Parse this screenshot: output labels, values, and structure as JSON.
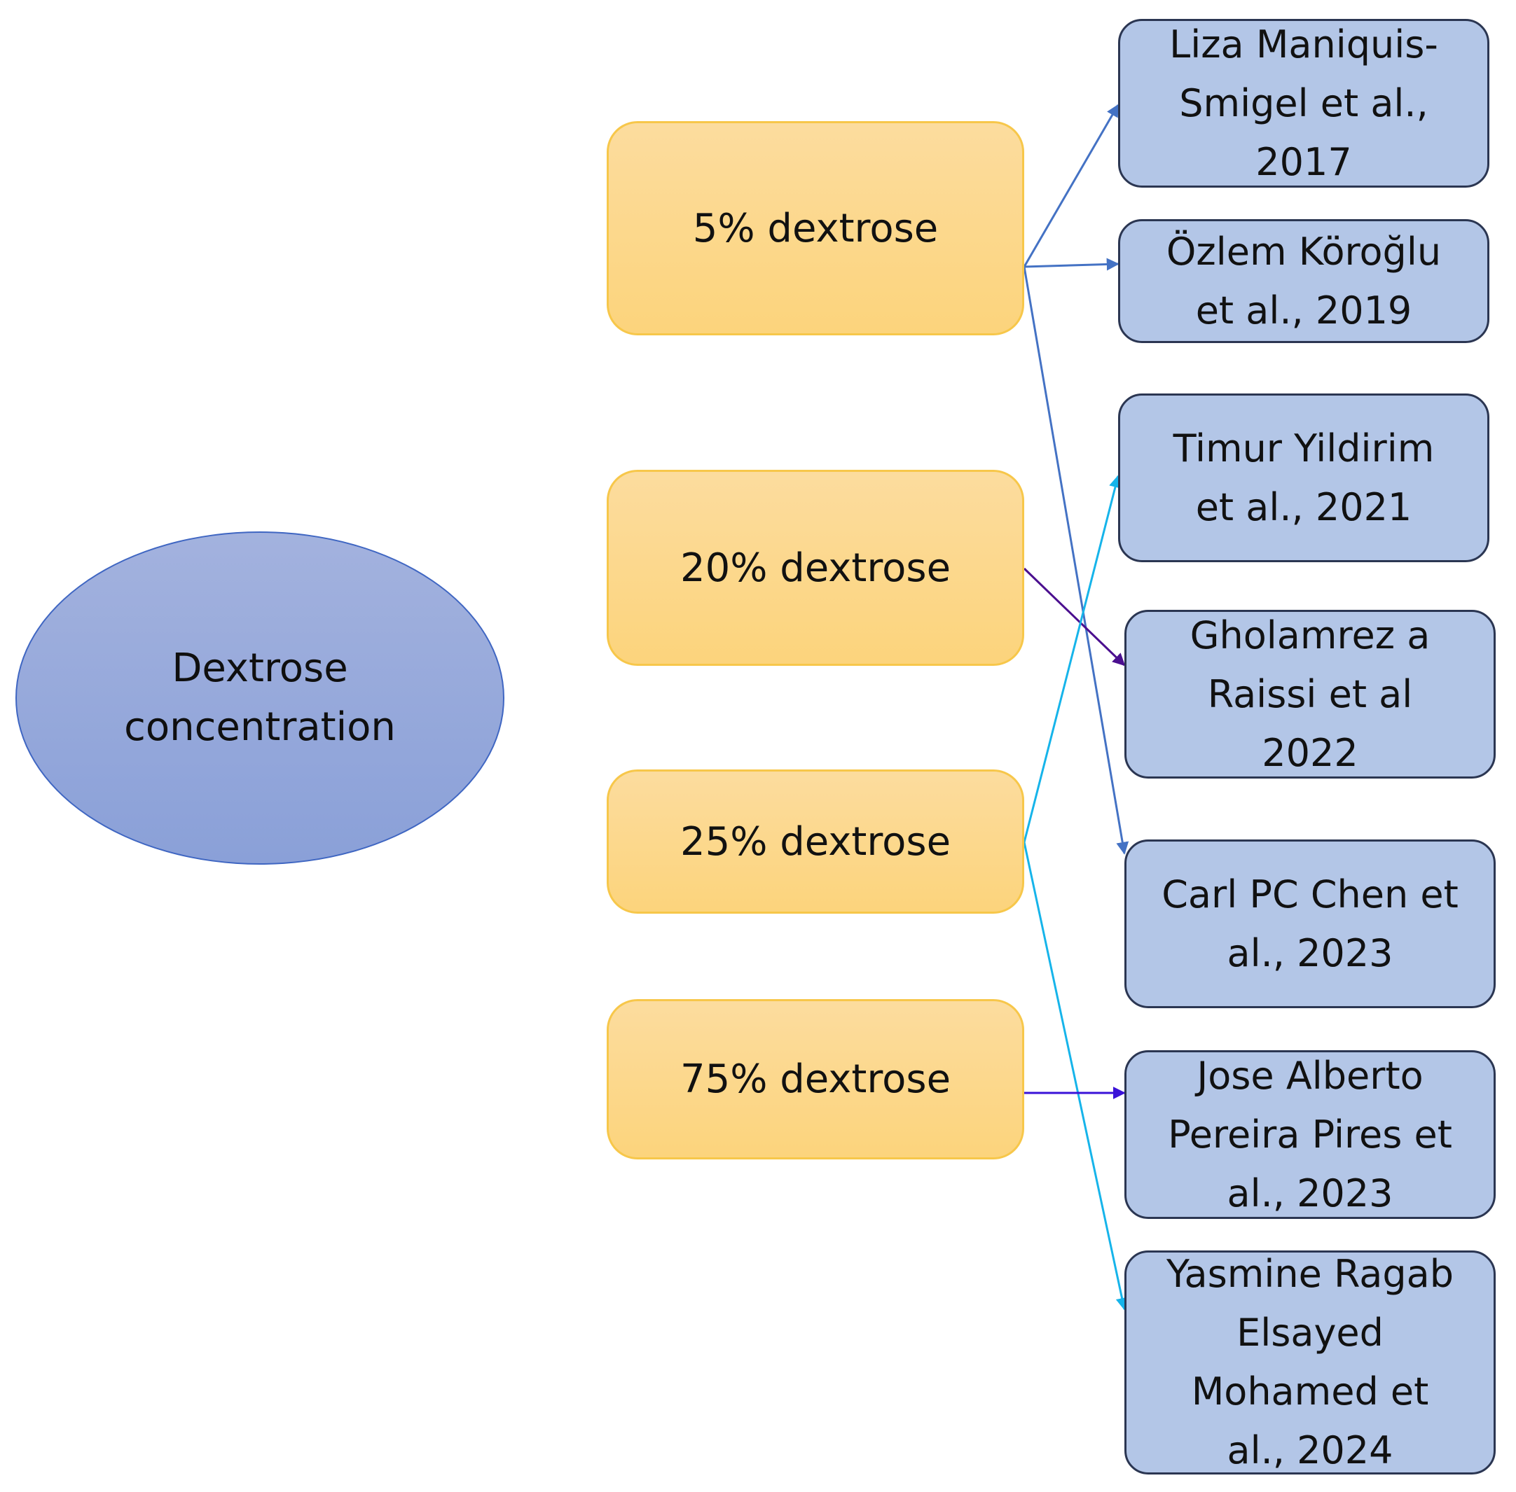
{
  "diagram": {
    "root": {
      "label": "Dextrose\nconcentration"
    },
    "concentrations": [
      {
        "id": "c5",
        "label": "5% dextrose"
      },
      {
        "id": "c20",
        "label": "20% dextrose"
      },
      {
        "id": "c25",
        "label": "25% dextrose"
      },
      {
        "id": "c75",
        "label": "75% dextrose"
      }
    ],
    "studies": [
      {
        "id": "s1",
        "label": "Liza Maniquis-\nSmigel et al.,\n2017"
      },
      {
        "id": "s2",
        "label": "Özlem Köroğlu\net al., 2019"
      },
      {
        "id": "s3",
        "label": "Timur Yildirim\net al., 2021"
      },
      {
        "id": "s4",
        "label": "Gholamrez a\nRaissi et al\n2022"
      },
      {
        "id": "s5",
        "label": "Carl PC Chen et\nal., 2023"
      },
      {
        "id": "s6",
        "label": "Jose Alberto\nPereira Pires et\nal., 2023"
      },
      {
        "id": "s7",
        "label": "Yasmine Ragab\nElsayed\nMohamed et\nal., 2024"
      }
    ],
    "edges": [
      {
        "from": "c5",
        "to": "s1",
        "color": "#4472c4"
      },
      {
        "from": "c5",
        "to": "s2",
        "color": "#4472c4"
      },
      {
        "from": "c5",
        "to": "s5",
        "color": "#4472c4"
      },
      {
        "from": "c20",
        "to": "s4",
        "color": "#4b0f8f"
      },
      {
        "from": "c25",
        "to": "s3",
        "color": "#16b4ea"
      },
      {
        "from": "c25",
        "to": "s7",
        "color": "#16b4ea"
      },
      {
        "from": "c75",
        "to": "s6",
        "color": "#3a12d8"
      }
    ]
  }
}
